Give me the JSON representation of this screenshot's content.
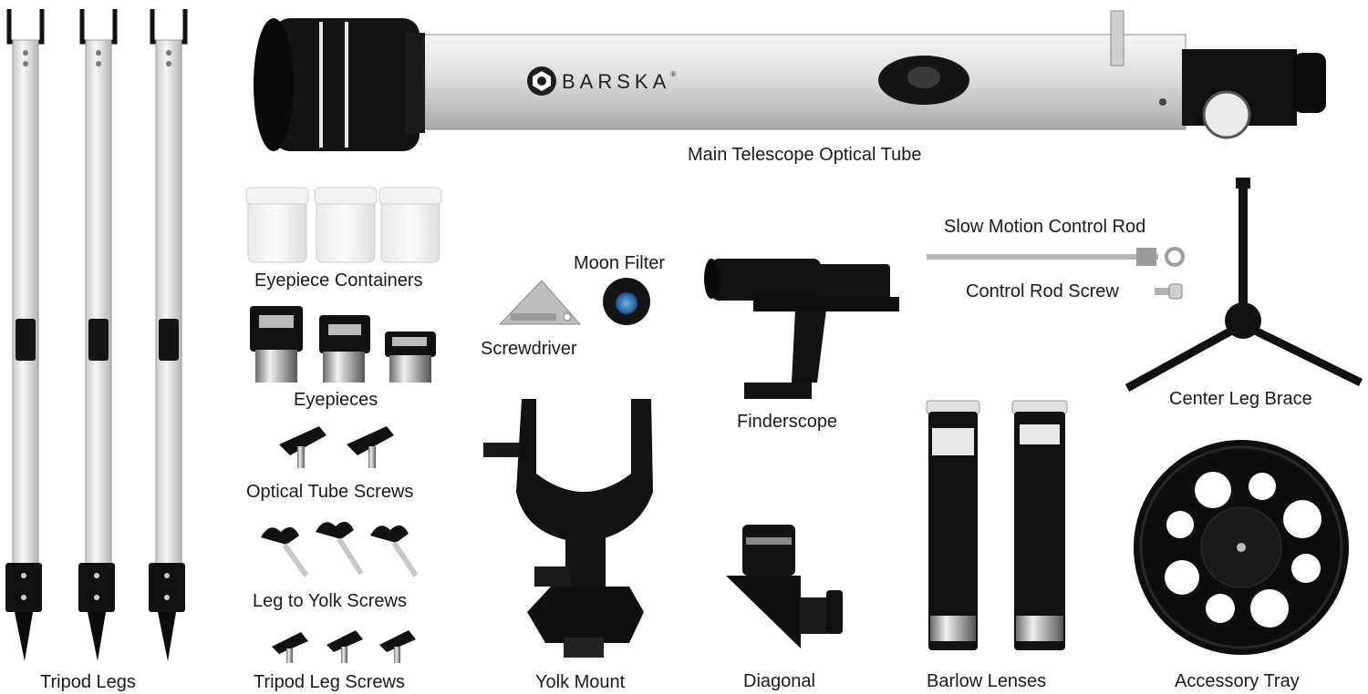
{
  "brand": {
    "name": "BARSKA",
    "mark": "®"
  },
  "labels": {
    "main_tube": "Main Telescope Optical Tube",
    "tripod_legs": "Tripod Legs",
    "eyepiece_containers": "Eyepiece Containers",
    "eyepieces": "Eyepieces",
    "optical_tube_screws": "Optical Tube Screws",
    "leg_to_yolk_screws": "Leg to Yolk Screws",
    "tripod_leg_screws": "Tripod Leg Screws",
    "moon_filter": "Moon Filter",
    "screwdriver": "Screwdriver",
    "yolk_mount": "Yolk Mount",
    "finderscope": "Finderscope",
    "diagonal": "Diagonal",
    "slow_motion_rod": "Slow Motion Control Rod",
    "control_rod_screw": "Control Rod Screw",
    "center_leg_brace": "Center Leg Brace",
    "barlow_lenses": "Barlow Lenses",
    "accessory_tray": "Accessory Tray"
  },
  "colors": {
    "tube_silver": "#dcdcdc",
    "parts_black": "#111111",
    "filter_blue": "#2f6fb3",
    "background": "#ffffff"
  }
}
